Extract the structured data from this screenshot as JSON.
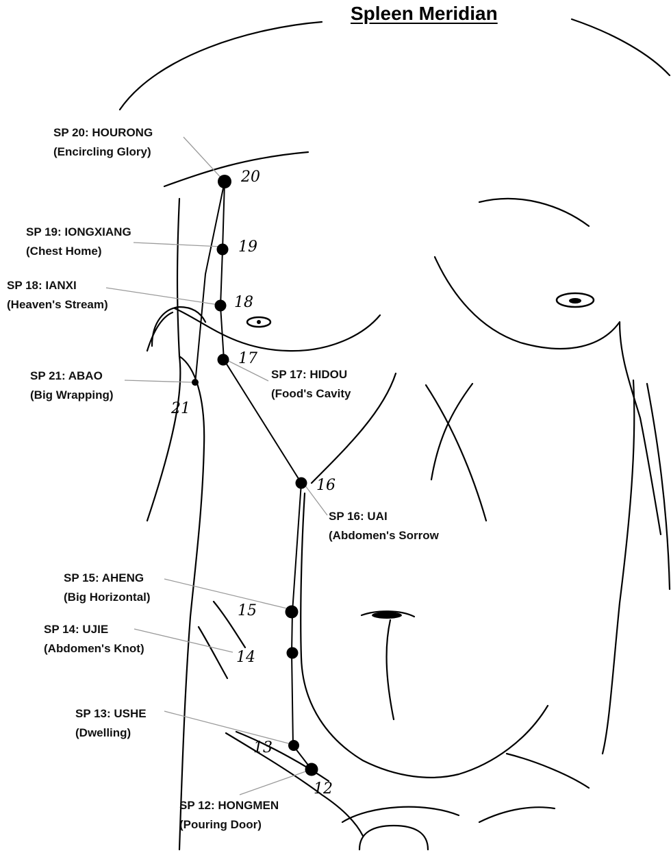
{
  "title": "Spleen Meridian",
  "points": [
    {
      "code": "SP 20: HOURONG",
      "name": "(Encircling Glory)",
      "num": "20"
    },
    {
      "code": "SP 19: IONGXIANG",
      "name": "(Chest Home)",
      "num": "19"
    },
    {
      "code": "SP 18: IANXI",
      "name": "(Heaven's Stream)",
      "num": "18"
    },
    {
      "code": "SP 17: HIDOU",
      "name": "(Food's Cavity",
      "num": "17"
    },
    {
      "code": "SP 21: ABAO",
      "name": "(Big Wrapping)",
      "num": "21"
    },
    {
      "code": "SP 16: UAI",
      "name": "(Abdomen's Sorrow",
      "num": "16"
    },
    {
      "code": "SP 15: AHENG",
      "name": "(Big Horizontal)",
      "num": "15"
    },
    {
      "code": "SP 14: UJIE",
      "name": "(Abdomen's Knot)",
      "num": "14"
    },
    {
      "code": "SP 13: USHE",
      "name": "(Dwelling)",
      "num": "13"
    },
    {
      "code": "SP 12: HONGMEN",
      "name": "(Pouring Door)",
      "num": "12"
    }
  ],
  "colors": {
    "ink": "#000000",
    "leader": "#9a9a9a"
  }
}
